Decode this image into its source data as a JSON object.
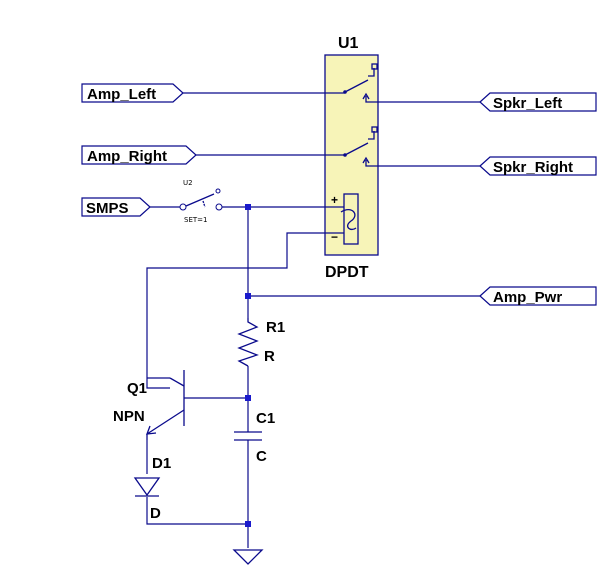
{
  "components": {
    "relay": {
      "ref": "U1",
      "value": "DPDT",
      "color": "#f7f4b8"
    },
    "switch": {
      "ref": "U2",
      "param": "SET=1"
    },
    "transistor": {
      "ref": "Q1",
      "value": "NPN"
    },
    "resistor": {
      "ref": "R1",
      "value": "R"
    },
    "capacitor": {
      "ref": "C1",
      "value": "C"
    },
    "diode": {
      "ref": "D1",
      "value": "D"
    },
    "relay_coil_plus": "+",
    "relay_coil_minus": "−"
  },
  "net_labels": {
    "amp_left": "Amp_Left",
    "amp_right": "Amp_Right",
    "smps": "SMPS",
    "spkr_left": "Spkr_Left",
    "spkr_right": "Spkr_Right",
    "amp_pwr": "Amp_Pwr"
  },
  "colors": {
    "wire": "#0a0a8c",
    "junction": "#1a1acc",
    "relay_fill": "#f7f4b8"
  }
}
